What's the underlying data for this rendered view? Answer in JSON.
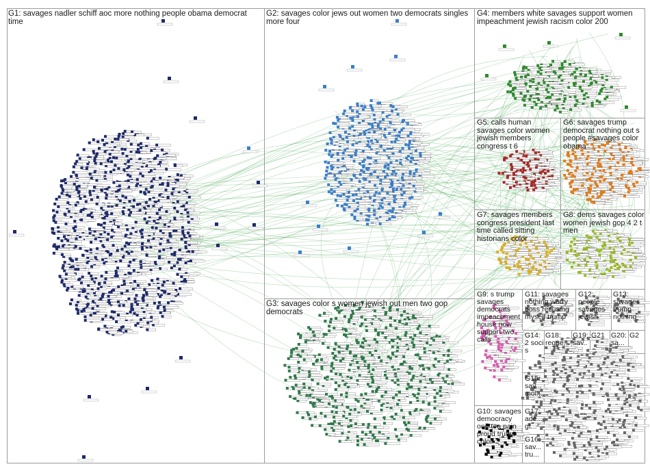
{
  "colors": {
    "edge": "#2e9b3a",
    "border": "#9a9a9a",
    "g1": "#1f2a6b",
    "g2": "#3a7fc8",
    "g3": "#2f7a4a",
    "g4": "#2e8b2e",
    "g5": "#a82828",
    "g6": "#e07b1a",
    "g7": "#d8b02a",
    "g8": "#9ab82a",
    "g9": "#d85ab0",
    "small": "#666666"
  },
  "groups": [
    {
      "id": "g1",
      "label": "G1: savages nadler schiff aoc more nothing people obama democrat time"
    },
    {
      "id": "g2",
      "label": "G2: savages color jews out women two democrats singles more four"
    },
    {
      "id": "g3",
      "label": "G3: savages color s women jewish out men two gop democrats"
    },
    {
      "id": "g4",
      "label": "G4: members white savages support women impeachment jewish racism color 200"
    },
    {
      "id": "g5",
      "label": "G5: calls human savages color women jewish members congress t 6"
    },
    {
      "id": "g6",
      "label": "G6: savages trump democrat nothing out s people #savages color obama"
    },
    {
      "id": "g7",
      "label": "G7: savages members congress president last time called sitting historians color"
    },
    {
      "id": "g8",
      "label": "G8: dems savages color women jewish gop 4 2 t men"
    },
    {
      "id": "g9",
      "label": "G9: s trump savages democrats impeachment house now support two calls"
    },
    {
      "id": "g10",
      "label": "G10: savages democracy one tea pain proud trump color"
    },
    {
      "id": "g11",
      "label": "G11: savages nothing worry boss recusing myself trump"
    },
    {
      "id": "g12",
      "label": "G12: people savages jewish"
    },
    {
      "id": "g13",
      "label": "G13: savages trump nothing"
    },
    {
      "id": "g14",
      "label": "G14: 2 soci s"
    },
    {
      "id": "g15",
      "label": "G15: sav... mol..."
    },
    {
      "id": "g16",
      "label": "G16: sav... tru..."
    },
    {
      "id": "g17",
      "label": "G17: ade... gt..."
    },
    {
      "id": "g18",
      "label": "G18: regue..."
    },
    {
      "id": "g19",
      "label": "G19: sav..."
    },
    {
      "id": "g20",
      "label": "G20: sa..."
    },
    {
      "id": "g21",
      "label": "G21"
    },
    {
      "id": "g2x",
      "label": "G2"
    }
  ]
}
